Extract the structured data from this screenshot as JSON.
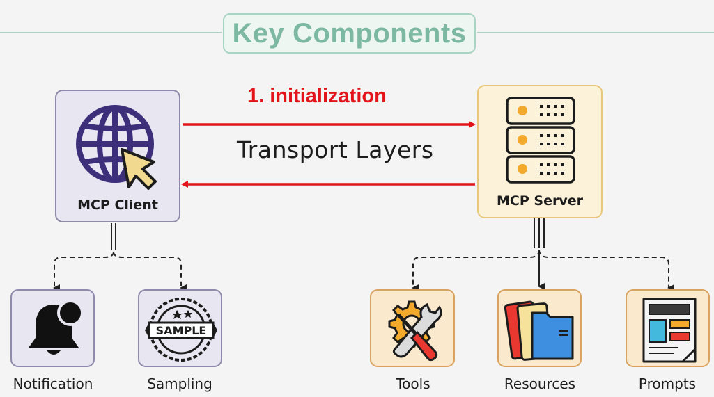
{
  "title": "Key Components",
  "arrow_label": "1. initialization",
  "transport_label": "Transport Layers",
  "client": {
    "label": "MCP Client",
    "icon": "globe-cursor-icon"
  },
  "server": {
    "label": "MCP Server",
    "icon": "server-rack-icon"
  },
  "client_features": [
    {
      "label": "Notification",
      "icon": "bell-icon"
    },
    {
      "label": "Sampling",
      "icon": "sample-stamp-icon"
    }
  ],
  "server_features": [
    {
      "label": "Tools",
      "icon": "tools-icon"
    },
    {
      "label": "Resources",
      "icon": "folders-icon"
    },
    {
      "label": "Prompts",
      "icon": "document-icon"
    }
  ],
  "colors": {
    "title": "#7db9a2",
    "arrow": "#e3131b",
    "client_border": "#8f8aab",
    "server_border": "#e9c77a",
    "feature_border": "#d9a25e"
  }
}
